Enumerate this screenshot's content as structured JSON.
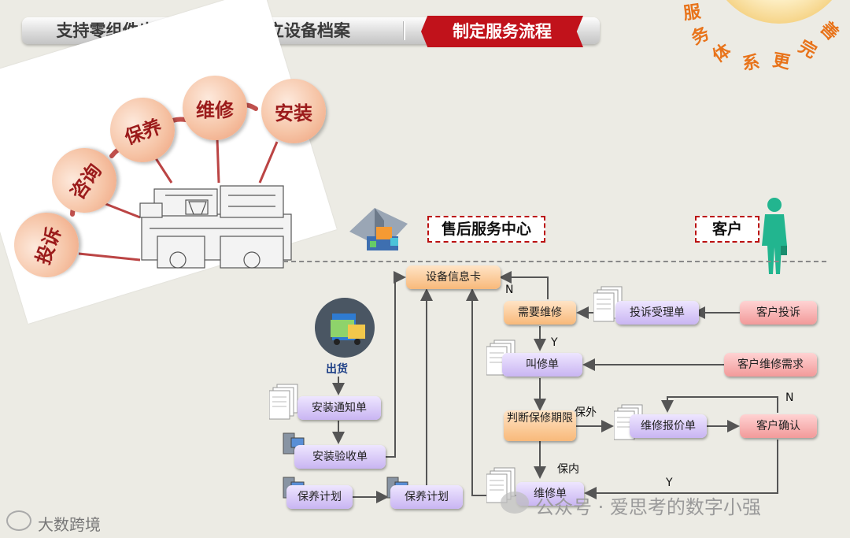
{
  "tabs": {
    "tab1": "支持零组件出货",
    "tab2": "建立设备档案",
    "tab3": "制定服务流程"
  },
  "slogan": [
    "服",
    "务",
    "体",
    "系",
    "更",
    "完",
    "善"
  ],
  "bubbles": {
    "install": "安装",
    "repair": "维修",
    "maintain": "保养",
    "consult": "咨询",
    "complain": "投诉"
  },
  "headers": {
    "service_center": "售后服务中心",
    "customer": "客户"
  },
  "left_flow": {
    "ship": "出货",
    "install_notice": "安装通知单",
    "install_accept": "安装验收单",
    "maint_plan_1": "保养计划",
    "maint_plan_2": "保养计划"
  },
  "center_flow": {
    "device_card": "设备信息卡",
    "need_repair": "需要维修",
    "complaint_form": "投诉受理单",
    "customer_complaint": "客户投诉",
    "call_repair": "叫修单",
    "customer_repair_req": "客户维修需求",
    "judge_warranty": "判断保修期限",
    "repair_quote": "维修报价单",
    "customer_confirm": "客户确认",
    "repair_order": "维修单"
  },
  "edge_labels": {
    "n1": "N",
    "y1": "Y",
    "out_warranty": "保外",
    "in_warranty": "保内",
    "n2": "N",
    "y2": "Y"
  },
  "watermarks": {
    "bottom_left": "大数跨境",
    "bottom_right": "公众号 · 爱思考的数字小强"
  }
}
